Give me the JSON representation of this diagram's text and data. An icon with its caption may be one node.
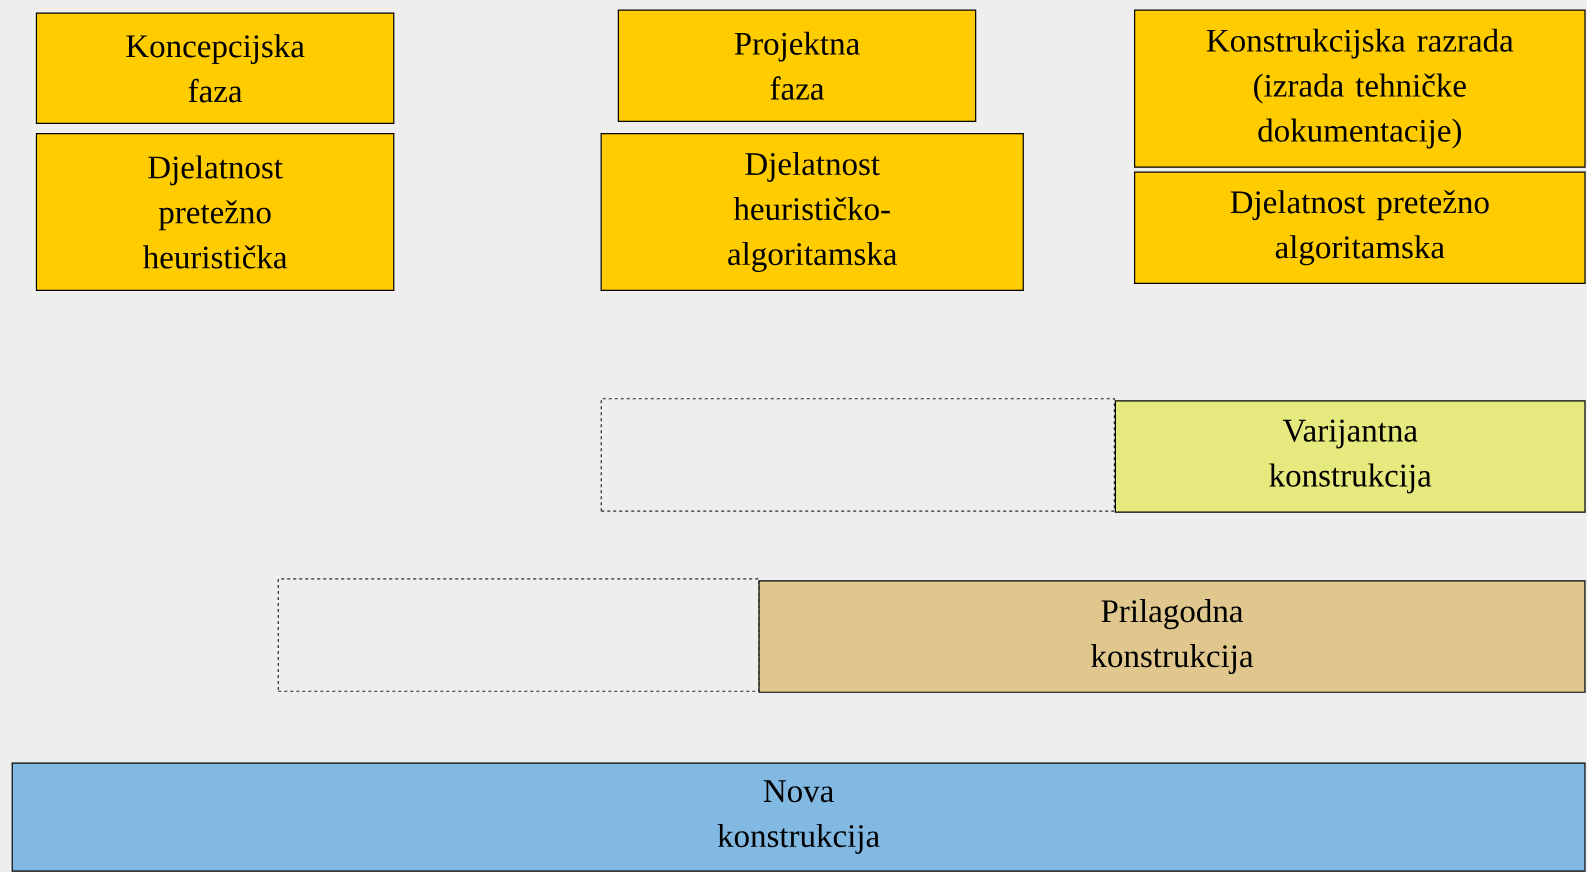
{
  "diagram": {
    "nodes": [
      {
        "text": [
          "Koncepcijska faza"
        ]
      },
      {
        "text": [
          "Djelatnost pretežno heuristička"
        ]
      },
      {
        "text": [
          "Projektna faza"
        ]
      },
      {
        "text": [
          "Djelatnost heurističko-algoritamska"
        ]
      },
      {
        "text": [
          "Konstrukcijska razrada (izrada tehničke dokumentacije)"
        ]
      },
      {
        "text": [
          "Djelatnost pretežno algoritamska"
        ]
      },
      {
        "text": [],
        "shape": "box"
      },
      {
        "text": [
          "Varijantna konstrukcija"
        ]
      },
      {
        "text": [],
        "shape": "box"
      },
      {
        "text": [
          "Prilagodna konstrukcija"
        ]
      },
      {
        "text": [
          "Nova konstrukcija"
        ]
      }
    ],
    "edges": []
  }
}
